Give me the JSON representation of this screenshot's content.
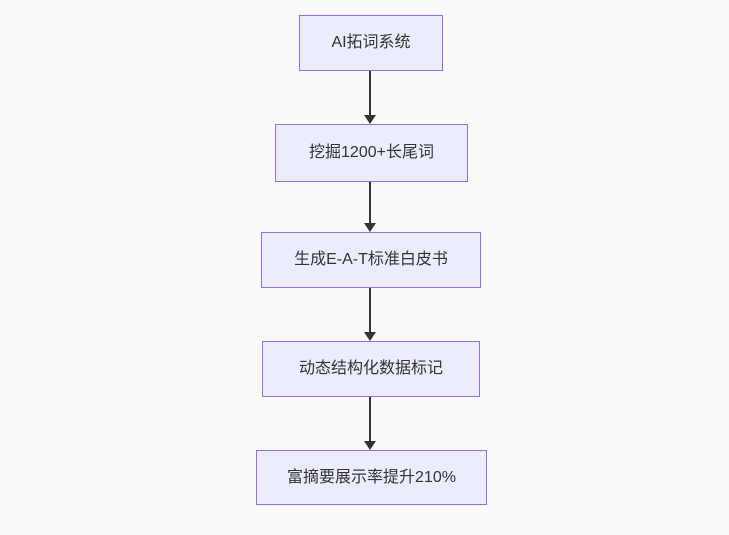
{
  "diagram": {
    "type": "flowchart",
    "direction": "top-to-bottom",
    "nodes": [
      {
        "id": "A",
        "label": "AI拓词系统"
      },
      {
        "id": "B",
        "label": "挖掘1200+长尾词"
      },
      {
        "id": "C",
        "label": "生成E-A-T标准白皮书"
      },
      {
        "id": "D",
        "label": "动态结构化数据标记"
      },
      {
        "id": "E",
        "label": "富摘要展示率提升210%"
      }
    ],
    "edges": [
      {
        "from": "A",
        "to": "B"
      },
      {
        "from": "B",
        "to": "C"
      },
      {
        "from": "C",
        "to": "D"
      },
      {
        "from": "D",
        "to": "E"
      }
    ],
    "colors": {
      "node_fill": "#ECECFF",
      "node_border": "#9370DB",
      "node_text": "#333333",
      "arrow": "#333333",
      "background": "#FAFAFA"
    }
  }
}
